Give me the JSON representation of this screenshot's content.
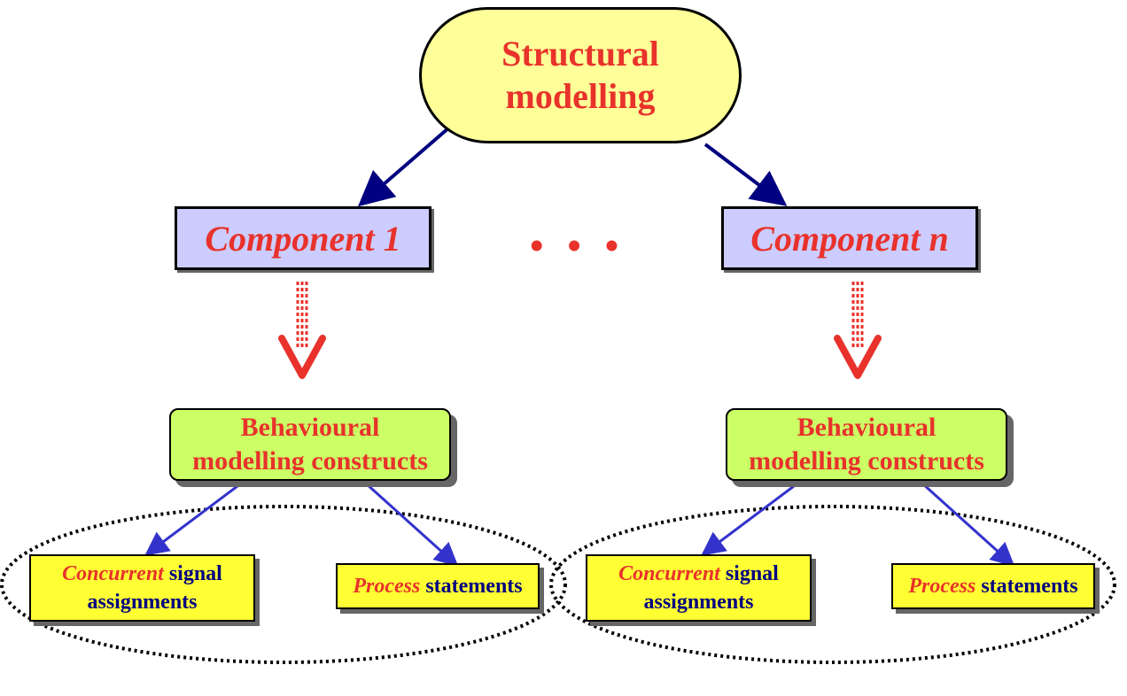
{
  "root": {
    "line1": "Structural",
    "line2": "modelling"
  },
  "components": [
    {
      "label": "Component 1"
    },
    {
      "label": "Component n"
    }
  ],
  "ellipsis": "• • •",
  "behaviour": [
    {
      "line1": "Behavioural",
      "line2": "modelling constructs"
    },
    {
      "line1": "Behavioural",
      "line2": "modelling constructs"
    }
  ],
  "leaves": {
    "concurrent": {
      "keyword": "Concurrent",
      "rest": " signal",
      "line2": "assignments"
    },
    "process": {
      "keyword": "Process",
      "rest": " statements"
    }
  },
  "colors": {
    "accent_red": "#e8322b",
    "navy": "#000080",
    "root_fill": "#ffff99",
    "component_fill": "#ccccff",
    "behaviour_fill": "#ccff66",
    "leaf_fill": "#ffff33",
    "arrow_blue": "#3333cc"
  }
}
